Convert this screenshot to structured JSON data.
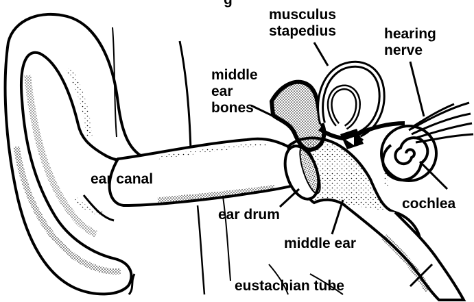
{
  "labels": {
    "top_partial": "g",
    "musculus_stapedius": "musculus\nstapedius",
    "hearing_nerve": "hearing\nnerve",
    "middle_ear_bones": "middle\near\nbones",
    "ear_canal": "ear canal",
    "ear_drum": "ear drum",
    "cochlea": "cochlea",
    "middle_ear": "middle ear",
    "eustachian_tube": "eustachian tube"
  },
  "colors": {
    "ink": "#000000",
    "paper": "#ffffff"
  }
}
